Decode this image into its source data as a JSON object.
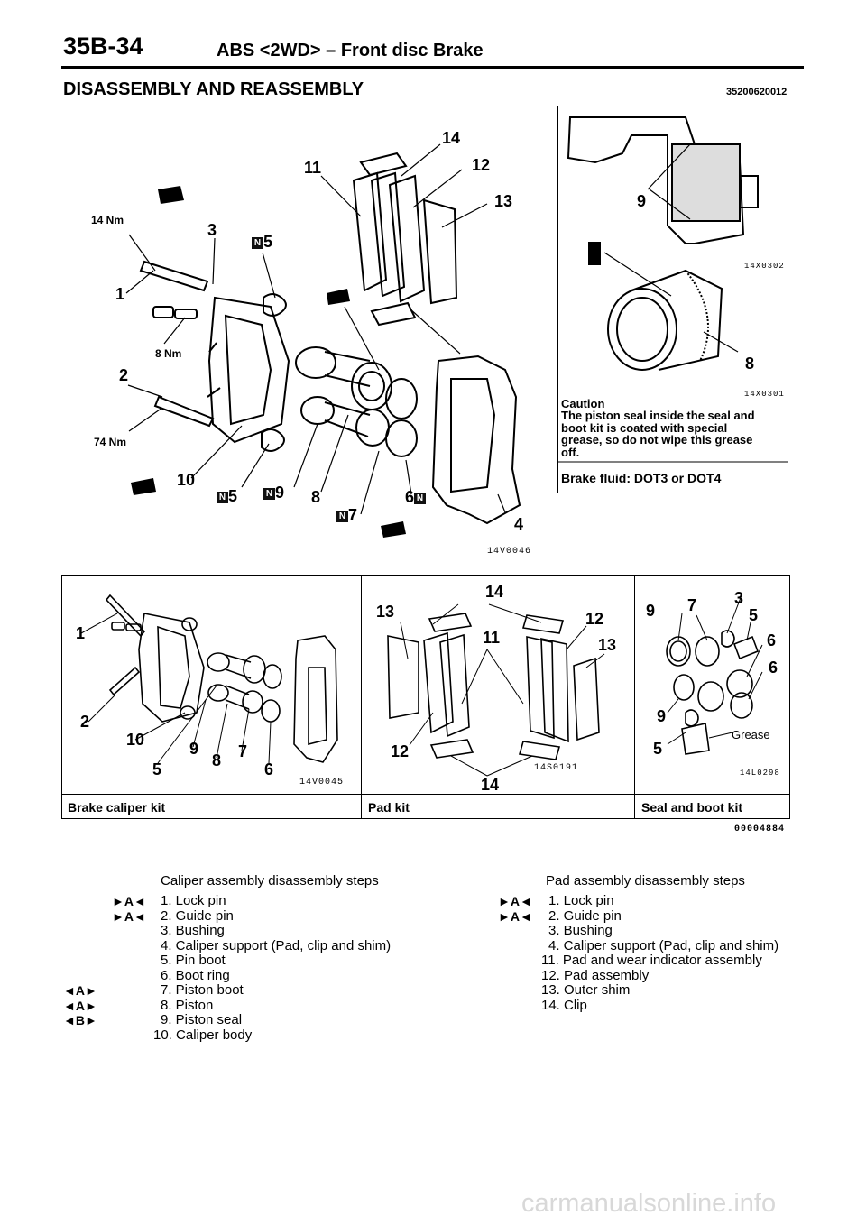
{
  "header": {
    "page_number": "35B-34",
    "section_title": "ABS <2WD> – Front disc Brake"
  },
  "section": {
    "title": "DISASSEMBLY AND REASSEMBLY",
    "code": "35200620012"
  },
  "main_figure": {
    "code": "14V0046",
    "torques": {
      "t1": "14 Nm",
      "t2": "8 Nm",
      "t3": "74 Nm"
    },
    "callouts": [
      "14",
      "11",
      "12",
      "13",
      "3",
      "5",
      "1",
      "2",
      "10",
      "5",
      "9",
      "8",
      "7",
      "6",
      "4"
    ]
  },
  "side_panel": {
    "fig1_code": "14X0302",
    "fig2_code": "14X0301",
    "callouts": [
      "9",
      "8"
    ],
    "caution_title": "Caution",
    "caution_text": [
      "The piston seal inside the seal and",
      "boot kit is coated with special",
      "grease, so do not wipe this grease",
      "off."
    ],
    "brake_fluid": "Brake fluid: DOT3 or DOT4"
  },
  "kits": {
    "caliper": {
      "label": "Brake caliper kit",
      "code": "14V0045",
      "callouts": [
        "1",
        "2",
        "10",
        "9",
        "8",
        "7",
        "5",
        "6"
      ]
    },
    "pad": {
      "label": "Pad kit",
      "code": "14S0191",
      "callouts": [
        "14",
        "13",
        "12",
        "11",
        "13",
        "12",
        "14"
      ]
    },
    "seal": {
      "label": "Seal and boot kit",
      "code": "14L0298",
      "callouts": [
        "9",
        "7",
        "3",
        "5",
        "6",
        "6",
        "9",
        "5"
      ],
      "grease": "Grease"
    },
    "table_code": "00004884"
  },
  "caliper_steps": {
    "title": "Caliper assembly disassembly steps",
    "items": [
      {
        "mark": "►A◄",
        "text": "1. Lock pin"
      },
      {
        "mark": "►A◄",
        "text": "2. Guide pin"
      },
      {
        "mark": "",
        "text": "3. Bushing"
      },
      {
        "mark": "",
        "text": "4. Caliper support (Pad, clip and shim)"
      },
      {
        "mark": "",
        "text": "5. Pin boot"
      },
      {
        "mark": "",
        "text": "6. Boot ring"
      },
      {
        "mark": "◄A►",
        "text": "7. Piston boot"
      },
      {
        "mark": "◄A►",
        "text": "8. Piston"
      },
      {
        "mark": "◄B►",
        "text": "9. Piston seal"
      },
      {
        "mark": "",
        "text": "10. Caliper body"
      }
    ]
  },
  "pad_steps": {
    "title": "Pad assembly disassembly steps",
    "items": [
      {
        "mark": "►A◄",
        "text": "1. Lock pin"
      },
      {
        "mark": "►A◄",
        "text": "2. Guide pin"
      },
      {
        "mark": "",
        "text": "3. Bushing"
      },
      {
        "mark": "",
        "text": "4. Caliper support (Pad, clip and shim)"
      },
      {
        "mark": "",
        "text": "11. Pad and wear indicator assembly"
      },
      {
        "mark": "",
        "text": "12. Pad assembly"
      },
      {
        "mark": "",
        "text": "13. Outer shim"
      },
      {
        "mark": "",
        "text": "14. Clip"
      }
    ]
  },
  "watermark": "carmanualsonline.info"
}
